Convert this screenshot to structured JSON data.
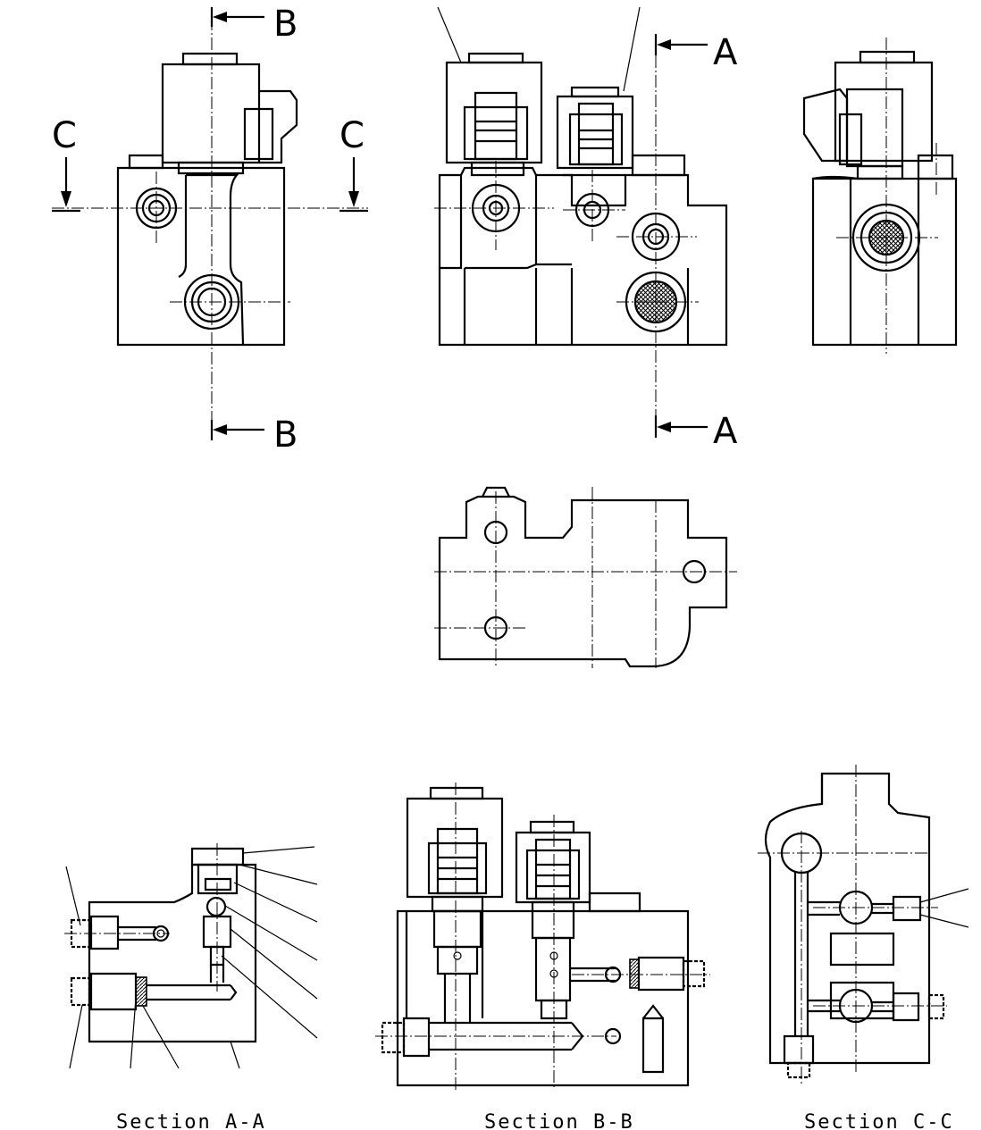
{
  "section_markers": {
    "a": "A",
    "b": "B",
    "c": "C"
  },
  "captions": {
    "section_a": "Section A-A",
    "section_b": "Section B-B",
    "section_c": "Section C-C"
  }
}
